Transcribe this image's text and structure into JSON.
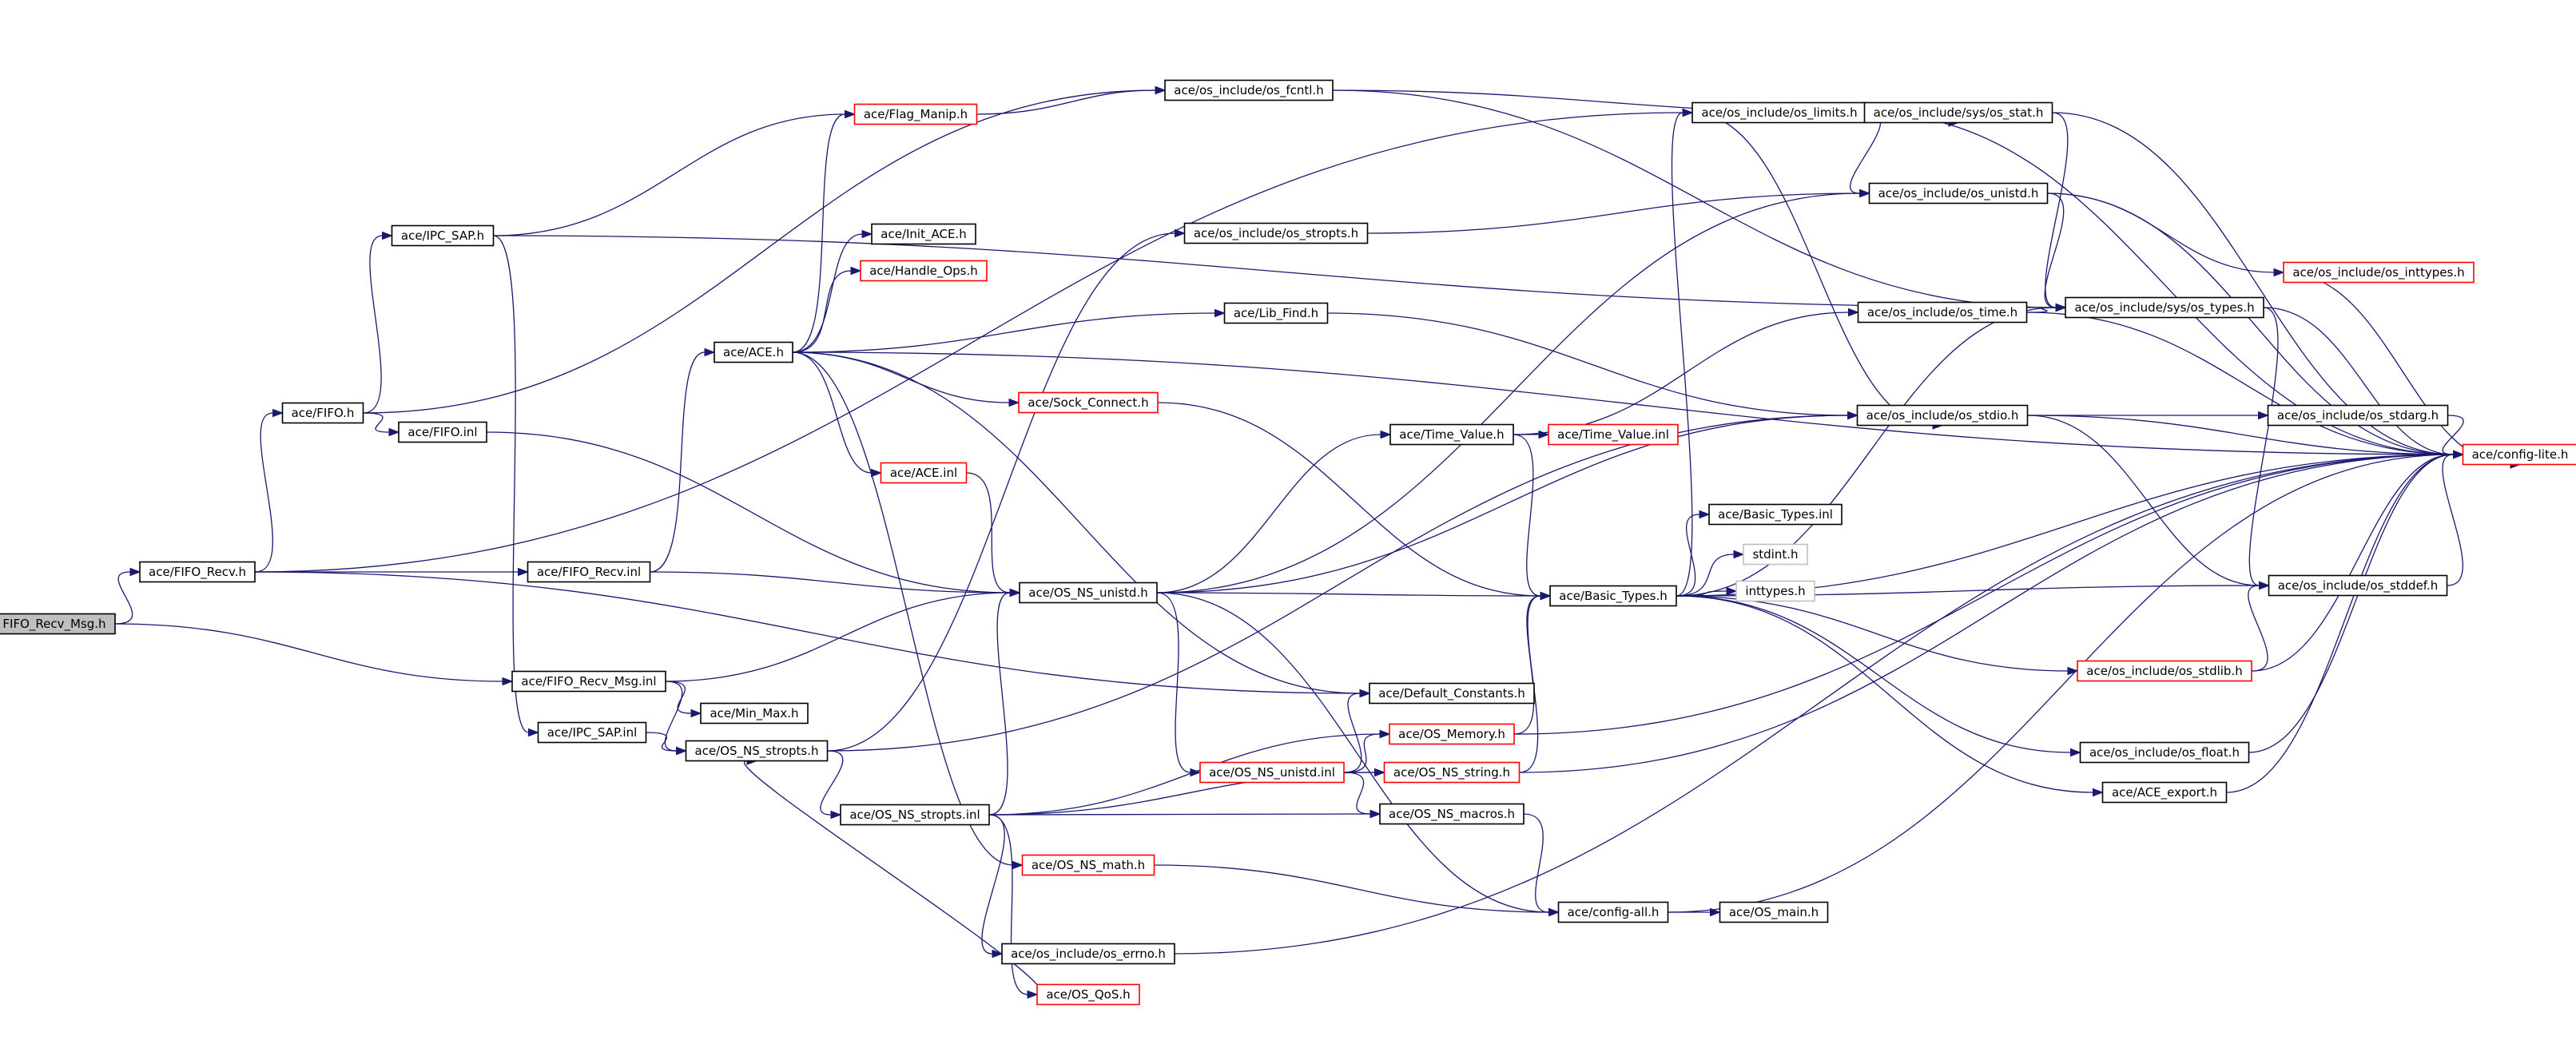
{
  "graph": {
    "nodes": [
      {
        "id": "root",
        "label": "FIFO_Recv_Msg.h",
        "style": "root"
      },
      {
        "id": "fifo_recv_h",
        "label": "ace/FIFO_Recv.h",
        "style": "black"
      },
      {
        "id": "fifo_h",
        "label": "ace/FIFO.h",
        "style": "black"
      },
      {
        "id": "ipc_sap_h",
        "label": "ace/IPC_SAP.h",
        "style": "black"
      },
      {
        "id": "fifo_inl",
        "label": "ace/FIFO.inl",
        "style": "black"
      },
      {
        "id": "fifo_recv_inl",
        "label": "ace/FIFO_Recv.inl",
        "style": "black"
      },
      {
        "id": "fifo_recv_msg_inl",
        "label": "ace/FIFO_Recv_Msg.inl",
        "style": "black"
      },
      {
        "id": "ipc_sap_inl",
        "label": "ace/IPC_SAP.inl",
        "style": "black"
      },
      {
        "id": "os_ns_stropts_h",
        "label": "ace/OS_NS_stropts.h",
        "style": "black"
      },
      {
        "id": "min_max_h",
        "label": "ace/Min_Max.h",
        "style": "black"
      },
      {
        "id": "ace_h",
        "label": "ace/ACE.h",
        "style": "black"
      },
      {
        "id": "flag_manip_h",
        "label": "ace/Flag_Manip.h",
        "style": "red"
      },
      {
        "id": "init_ace_h",
        "label": "ace/Init_ACE.h",
        "style": "black"
      },
      {
        "id": "handle_ops_h",
        "label": "ace/Handle_Ops.h",
        "style": "red"
      },
      {
        "id": "sock_connect_h",
        "label": "ace/Sock_Connect.h",
        "style": "red"
      },
      {
        "id": "ace_inl",
        "label": "ace/ACE.inl",
        "style": "red"
      },
      {
        "id": "os_ns_unistd_h",
        "label": "ace/OS_NS_unistd.h",
        "style": "black"
      },
      {
        "id": "os_ns_stropts_inl",
        "label": "ace/OS_NS_stropts.inl",
        "style": "black"
      },
      {
        "id": "os_ns_math_h",
        "label": "ace/OS_NS_math.h",
        "style": "red"
      },
      {
        "id": "os_errno_h",
        "label": "ace/os_include/os_errno.h",
        "style": "black"
      },
      {
        "id": "os_qos_h",
        "label": "ace/OS_QoS.h",
        "style": "red"
      },
      {
        "id": "os_fcntl_h",
        "label": "ace/os_include/os_fcntl.h",
        "style": "black"
      },
      {
        "id": "os_stropts_h",
        "label": "ace/os_include/os_stropts.h",
        "style": "black"
      },
      {
        "id": "lib_find_h",
        "label": "ace/Lib_Find.h",
        "style": "black"
      },
      {
        "id": "time_value_h",
        "label": "ace/Time_Value.h",
        "style": "black"
      },
      {
        "id": "time_value_inl",
        "label": "ace/Time_Value.inl",
        "style": "red"
      },
      {
        "id": "default_constants_h",
        "label": "ace/Default_Constants.h",
        "style": "black"
      },
      {
        "id": "os_memory_h",
        "label": "ace/OS_Memory.h",
        "style": "red"
      },
      {
        "id": "os_ns_unistd_inl",
        "label": "ace/OS_NS_unistd.inl",
        "style": "red"
      },
      {
        "id": "os_ns_string_h",
        "label": "ace/OS_NS_string.h",
        "style": "red"
      },
      {
        "id": "os_ns_macros_h",
        "label": "ace/OS_NS_macros.h",
        "style": "black"
      },
      {
        "id": "config_all_h",
        "label": "ace/config-all.h",
        "style": "black"
      },
      {
        "id": "os_main_h",
        "label": "ace/OS_main.h",
        "style": "black"
      },
      {
        "id": "os_limits_h",
        "label": "ace/os_include/os_limits.h",
        "style": "black"
      },
      {
        "id": "sys_os_stat_h",
        "label": "ace/os_include/sys/os_stat.h",
        "style": "black"
      },
      {
        "id": "os_unistd_h",
        "label": "ace/os_include/os_unistd.h",
        "style": "black"
      },
      {
        "id": "os_inttypes_h",
        "label": "ace/os_include/os_inttypes.h",
        "style": "red"
      },
      {
        "id": "os_time_h",
        "label": "ace/os_include/os_time.h",
        "style": "black"
      },
      {
        "id": "sys_os_types_h",
        "label": "ace/os_include/sys/os_types.h",
        "style": "black"
      },
      {
        "id": "os_stdio_h",
        "label": "ace/os_include/os_stdio.h",
        "style": "black"
      },
      {
        "id": "os_stdarg_h",
        "label": "ace/os_include/os_stdarg.h",
        "style": "black"
      },
      {
        "id": "config_lite_h",
        "label": "ace/config-lite.h",
        "style": "red"
      },
      {
        "id": "basic_types_h",
        "label": "ace/Basic_Types.h",
        "style": "black"
      },
      {
        "id": "basic_types_inl",
        "label": "ace/Basic_Types.inl",
        "style": "black"
      },
      {
        "id": "stdint_h",
        "label": "stdint.h",
        "style": "grey"
      },
      {
        "id": "inttypes_h",
        "label": "inttypes.h",
        "style": "grey"
      },
      {
        "id": "os_stddef_h",
        "label": "ace/os_include/os_stddef.h",
        "style": "black"
      },
      {
        "id": "os_stdlib_h",
        "label": "ace/os_include/os_stdlib.h",
        "style": "red"
      },
      {
        "id": "os_float_h",
        "label": "ace/os_include/os_float.h",
        "style": "black"
      },
      {
        "id": "ace_export_h",
        "label": "ace/ACE_export.h",
        "style": "black"
      }
    ],
    "edges": [
      [
        "root",
        "fifo_recv_h"
      ],
      [
        "root",
        "fifo_recv_msg_inl"
      ],
      [
        "fifo_recv_h",
        "fifo_h"
      ],
      [
        "fifo_recv_h",
        "fifo_recv_inl"
      ],
      [
        "fifo_recv_h",
        "os_limits_h"
      ],
      [
        "fifo_recv_h",
        "default_constants_h"
      ],
      [
        "fifo_h",
        "ipc_sap_h"
      ],
      [
        "fifo_h",
        "fifo_inl"
      ],
      [
        "fifo_h",
        "os_fcntl_h"
      ],
      [
        "ipc_sap_h",
        "flag_manip_h"
      ],
      [
        "ipc_sap_h",
        "ipc_sap_inl"
      ],
      [
        "ipc_sap_h",
        "sys_os_types_h"
      ],
      [
        "fifo_inl",
        "os_ns_unistd_h"
      ],
      [
        "fifo_recv_inl",
        "ace_h"
      ],
      [
        "fifo_recv_inl",
        "os_ns_unistd_h"
      ],
      [
        "fifo_recv_msg_inl",
        "min_max_h"
      ],
      [
        "fifo_recv_msg_inl",
        "os_ns_stropts_h"
      ],
      [
        "fifo_recv_msg_inl",
        "os_ns_unistd_h"
      ],
      [
        "ipc_sap_inl",
        "os_ns_stropts_h"
      ],
      [
        "ace_h",
        "flag_manip_h"
      ],
      [
        "ace_h",
        "init_ace_h"
      ],
      [
        "ace_h",
        "handle_ops_h"
      ],
      [
        "ace_h",
        "lib_find_h"
      ],
      [
        "ace_h",
        "sock_connect_h"
      ],
      [
        "ace_h",
        "ace_inl"
      ],
      [
        "ace_h",
        "default_constants_h"
      ],
      [
        "ace_h",
        "os_ns_math_h"
      ],
      [
        "ace_h",
        "config_lite_h"
      ],
      [
        "flag_manip_h",
        "os_fcntl_h"
      ],
      [
        "sock_connect_h",
        "basic_types_h"
      ],
      [
        "ace_inl",
        "os_ns_unistd_h"
      ],
      [
        "lib_find_h",
        "os_stdio_h"
      ],
      [
        "os_fcntl_h",
        "sys_os_stat_h"
      ],
      [
        "os_fcntl_h",
        "sys_os_types_h"
      ],
      [
        "os_stropts_h",
        "os_unistd_h"
      ],
      [
        "os_ns_stropts_h",
        "os_ns_stropts_inl"
      ],
      [
        "os_ns_stropts_h",
        "os_stropts_h"
      ],
      [
        "os_ns_stropts_h",
        "os_stdio_h"
      ],
      [
        "os_ns_stropts_inl",
        "os_ns_unistd_h"
      ],
      [
        "os_ns_stropts_inl",
        "os_memory_h"
      ],
      [
        "os_ns_stropts_inl",
        "os_ns_string_h"
      ],
      [
        "os_ns_stropts_inl",
        "os_ns_macros_h"
      ],
      [
        "os_ns_stropts_inl",
        "os_errno_h"
      ],
      [
        "os_ns_stropts_inl",
        "os_qos_h"
      ],
      [
        "os_ns_unistd_h",
        "basic_types_h"
      ],
      [
        "os_ns_unistd_h",
        "time_value_h"
      ],
      [
        "os_ns_unistd_h",
        "os_unistd_h"
      ],
      [
        "os_ns_unistd_h",
        "os_ns_unistd_inl"
      ],
      [
        "os_ns_unistd_h",
        "config_all_h"
      ],
      [
        "os_ns_unistd_h",
        "os_stdio_h"
      ],
      [
        "time_value_h",
        "time_value_inl"
      ],
      [
        "time_value_h",
        "os_time_h"
      ],
      [
        "time_value_h",
        "basic_types_h"
      ],
      [
        "os_ns_unistd_inl",
        "default_constants_h"
      ],
      [
        "os_ns_unistd_inl",
        "os_memory_h"
      ],
      [
        "os_ns_unistd_inl",
        "os_ns_string_h"
      ],
      [
        "os_ns_unistd_inl",
        "os_ns_macros_h"
      ],
      [
        "os_memory_h",
        "basic_types_h"
      ],
      [
        "os_memory_h",
        "config_lite_h"
      ],
      [
        "os_ns_string_h",
        "basic_types_h"
      ],
      [
        "os_ns_string_h",
        "config_lite_h"
      ],
      [
        "os_ns_macros_h",
        "config_all_h"
      ],
      [
        "os_ns_math_h",
        "config_all_h"
      ],
      [
        "os_errno_h",
        "config_lite_h"
      ],
      [
        "os_qos_h",
        "os_ns_stropts_h"
      ],
      [
        "config_all_h",
        "os_main_h"
      ],
      [
        "config_all_h",
        "config_lite_h"
      ],
      [
        "basic_types_h",
        "os_limits_h"
      ],
      [
        "basic_types_h",
        "sys_os_types_h"
      ],
      [
        "basic_types_h",
        "basic_types_inl"
      ],
      [
        "basic_types_h",
        "stdint_h"
      ],
      [
        "basic_types_h",
        "inttypes_h"
      ],
      [
        "basic_types_h",
        "os_stddef_h"
      ],
      [
        "basic_types_h",
        "os_stdlib_h"
      ],
      [
        "basic_types_h",
        "os_float_h"
      ],
      [
        "basic_types_h",
        "ace_export_h"
      ],
      [
        "basic_types_h",
        "config_lite_h"
      ],
      [
        "os_limits_h",
        "sys_os_stat_h"
      ],
      [
        "os_limits_h",
        "os_unistd_h"
      ],
      [
        "os_limits_h",
        "os_stdio_h"
      ],
      [
        "os_limits_h",
        "config_lite_h"
      ],
      [
        "sys_os_stat_h",
        "sys_os_types_h"
      ],
      [
        "sys_os_stat_h",
        "config_lite_h"
      ],
      [
        "os_unistd_h",
        "sys_os_types_h"
      ],
      [
        "os_unistd_h",
        "os_inttypes_h"
      ],
      [
        "os_unistd_h",
        "config_lite_h"
      ],
      [
        "os_inttypes_h",
        "config_lite_h"
      ],
      [
        "os_time_h",
        "sys_os_types_h"
      ],
      [
        "os_time_h",
        "config_lite_h"
      ],
      [
        "sys_os_types_h",
        "os_stddef_h"
      ],
      [
        "sys_os_types_h",
        "config_lite_h"
      ],
      [
        "os_stdio_h",
        "os_stdarg_h"
      ],
      [
        "os_stdio_h",
        "os_stddef_h"
      ],
      [
        "os_stdio_h",
        "config_lite_h"
      ],
      [
        "os_stdarg_h",
        "config_lite_h"
      ],
      [
        "os_stddef_h",
        "config_lite_h"
      ],
      [
        "os_stdlib_h",
        "os_stddef_h"
      ],
      [
        "os_stdlib_h",
        "config_lite_h"
      ],
      [
        "os_float_h",
        "config_lite_h"
      ],
      [
        "ace_export_h",
        "config_lite_h"
      ]
    ]
  }
}
